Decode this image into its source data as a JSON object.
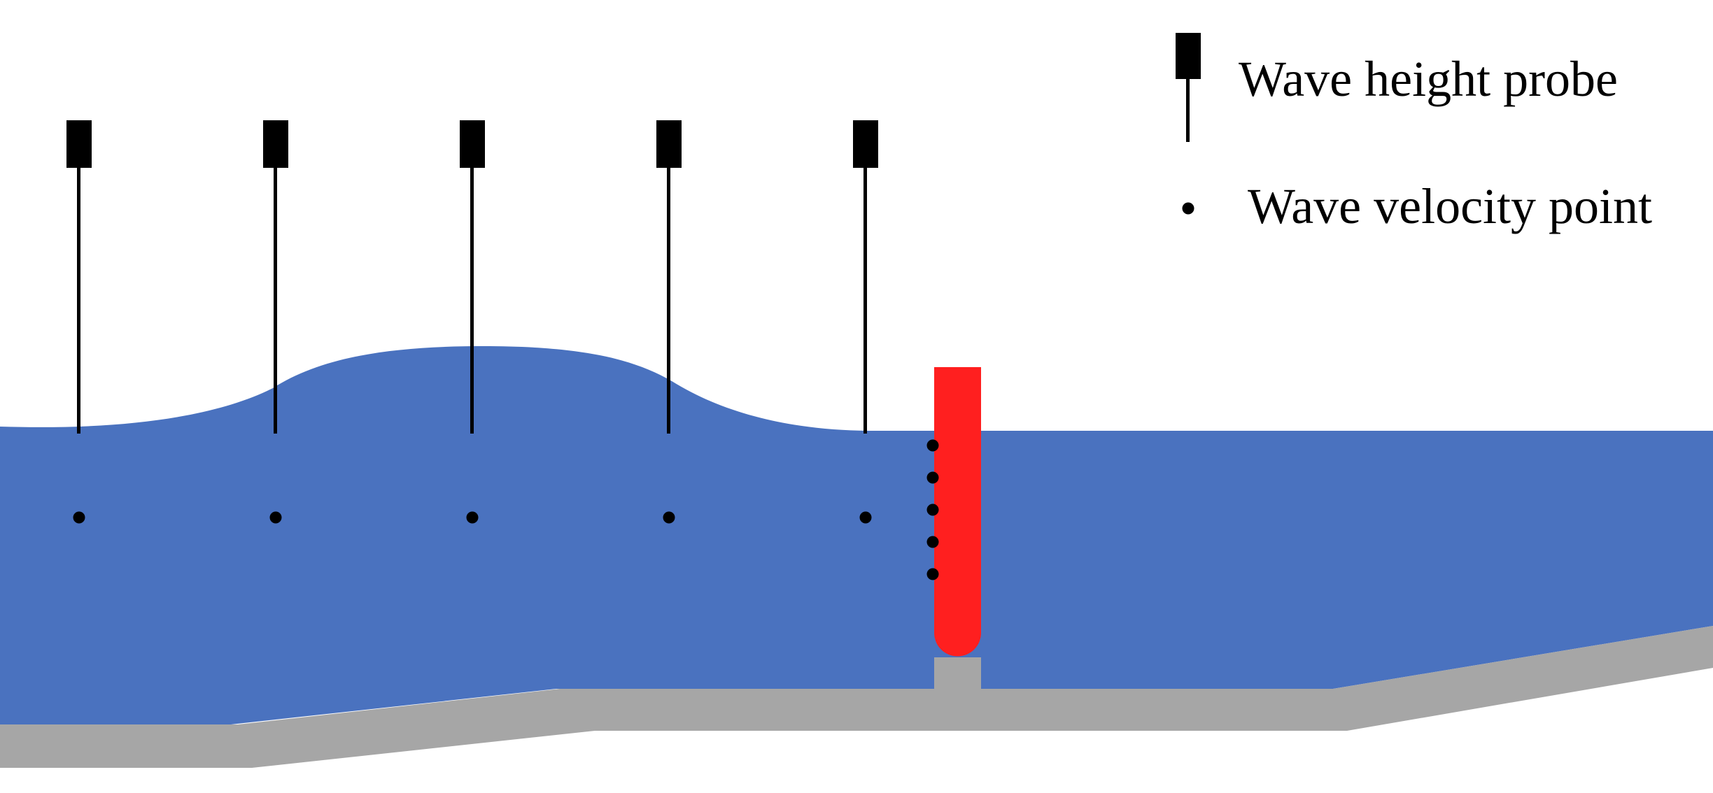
{
  "legend": {
    "probe_label": "Wave height probe",
    "velocity_label": "Wave velocity point"
  },
  "colors": {
    "water": "#4A72BF",
    "seabed": "#A6A6A6",
    "structure": "#FF1F1F",
    "probe": "#000000"
  },
  "elements": {
    "wave_height_probes": 5,
    "far_field_velocity_points": 5,
    "near_structure_velocity_points": 5
  }
}
